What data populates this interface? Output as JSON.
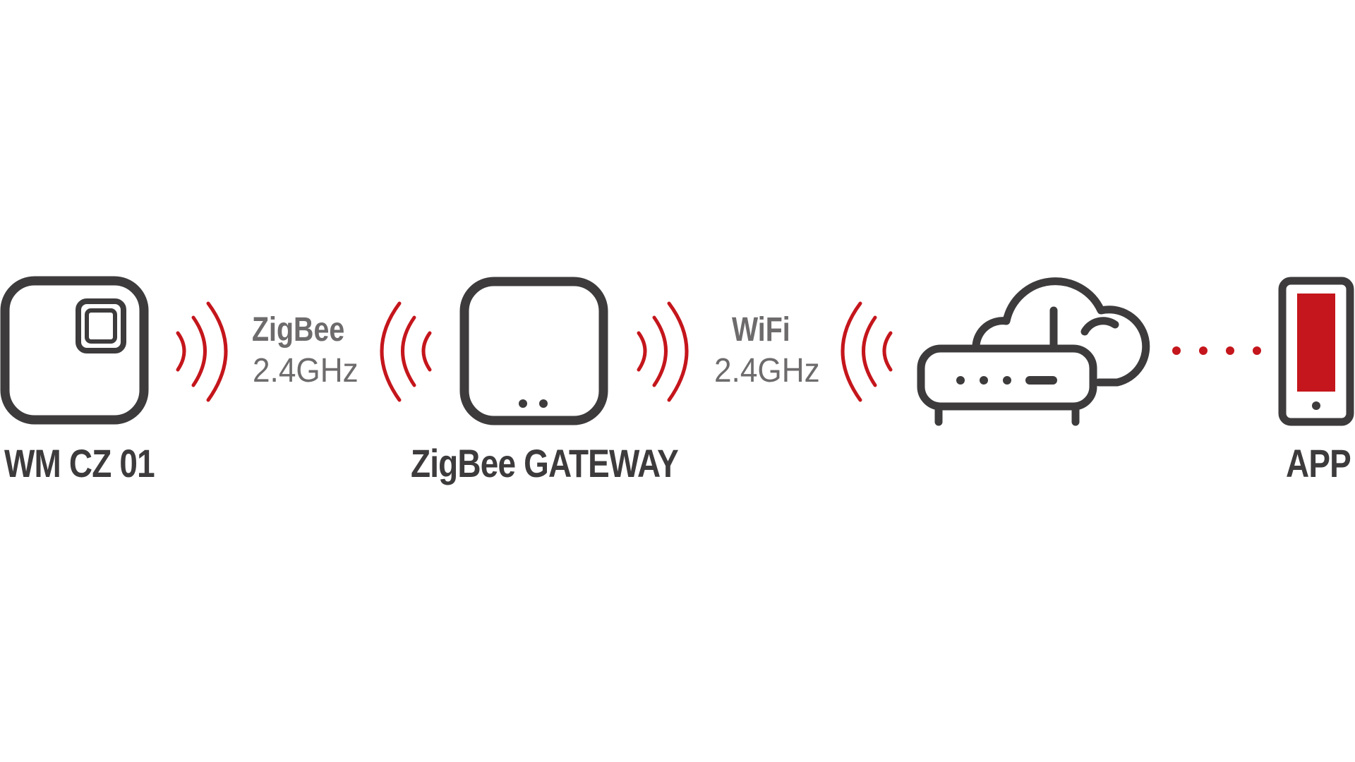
{
  "colors": {
    "outline": "#3d3b3c",
    "signal": "#c4161c",
    "label": "#3d3b3c",
    "protocol_text": "#6d6b6c",
    "phone_screen": "#c4161c"
  },
  "nodes": {
    "sensor": {
      "label": "WM CZ 01",
      "icon": "sensor-icon"
    },
    "gateway": {
      "label": "ZigBee GATEWAY",
      "icon": "gateway-icon"
    },
    "router": {
      "icon": "router-cloud-icon"
    },
    "app": {
      "label": "APP",
      "icon": "smartphone-icon"
    }
  },
  "links": {
    "zigbee": {
      "protocol": "ZigBee",
      "frequency": "2.4GHz"
    },
    "wifi": {
      "protocol": "WiFi",
      "frequency": "2.4GHz"
    }
  }
}
